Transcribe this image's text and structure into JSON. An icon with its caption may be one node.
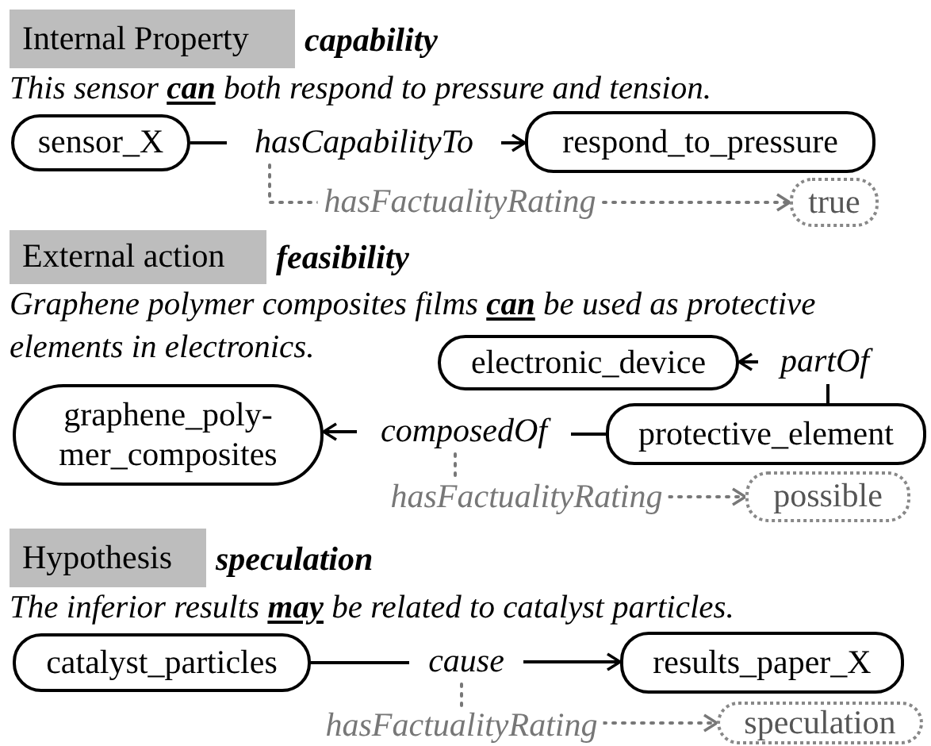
{
  "diagram": {
    "nodes": [
      {
        "text": [
          "Internal Property"
        ],
        "beside": [
          "capability"
        ]
      },
      {
        "text": [
          "sensor_X"
        ]
      },
      {
        "text": [
          "hasCapabilityTo"
        ]
      },
      {
        "text": [
          "respond_to_pressure"
        ]
      },
      {
        "text": [
          "true"
        ]
      },
      {
        "text": [
          "External action"
        ],
        "beside": [
          "feasibility"
        ]
      },
      {
        "text": [
          "electronic_device"
        ]
      },
      {
        "text": [
          "partOf"
        ]
      },
      {
        "text": [
          "graphene_poly- mer_composites"
        ]
      },
      {
        "text": [
          "composedOf"
        ]
      },
      {
        "text": [
          "protective_element"
        ]
      },
      {
        "text": [
          "possible"
        ]
      },
      {
        "text": [
          "Hypothesis"
        ],
        "beside": [
          "speculation"
        ]
      },
      {
        "text": [
          "catalyst_particles"
        ]
      },
      {
        "text": [
          "cause"
        ]
      },
      {
        "text": [
          "results_paper_X"
        ]
      },
      {
        "text": [
          "speculation"
        ]
      }
    ],
    "edges": [
      {
        "from": 1,
        "to": 2,
        "arrow": "none"
      },
      {
        "from": 2,
        "to": 3,
        "arrow": "to"
      },
      {
        "from": 2,
        "to": 4,
        "arrow": "to",
        "label": "hasFactualityRating",
        "style": "dashed",
        "color": "#777777"
      },
      {
        "from": 10,
        "to": 7,
        "arrow": "none"
      },
      {
        "from": 7,
        "to": 6,
        "arrow": "to"
      },
      {
        "from": 10,
        "to": 9,
        "arrow": "none"
      },
      {
        "from": 9,
        "to": 8,
        "arrow": "to"
      },
      {
        "from": 9,
        "to": 11,
        "arrow": "to",
        "label": "hasFactualityRating",
        "style": "dashed",
        "color": "#777777"
      },
      {
        "from": 13,
        "to": 14,
        "arrow": "none"
      },
      {
        "from": 14,
        "to": 15,
        "arrow": "to"
      },
      {
        "from": 14,
        "to": 16,
        "arrow": "to",
        "label": "hasFactualityRating",
        "style": "dashed",
        "color": "#777777"
      }
    ],
    "labels": [
      "This sensor **can** both respond to pressure and tension.",
      "Graphene polymer composites films **can** be used as protective elements in electronics.",
      "The inferior results **may** be related to catalyst particles."
    ]
  }
}
